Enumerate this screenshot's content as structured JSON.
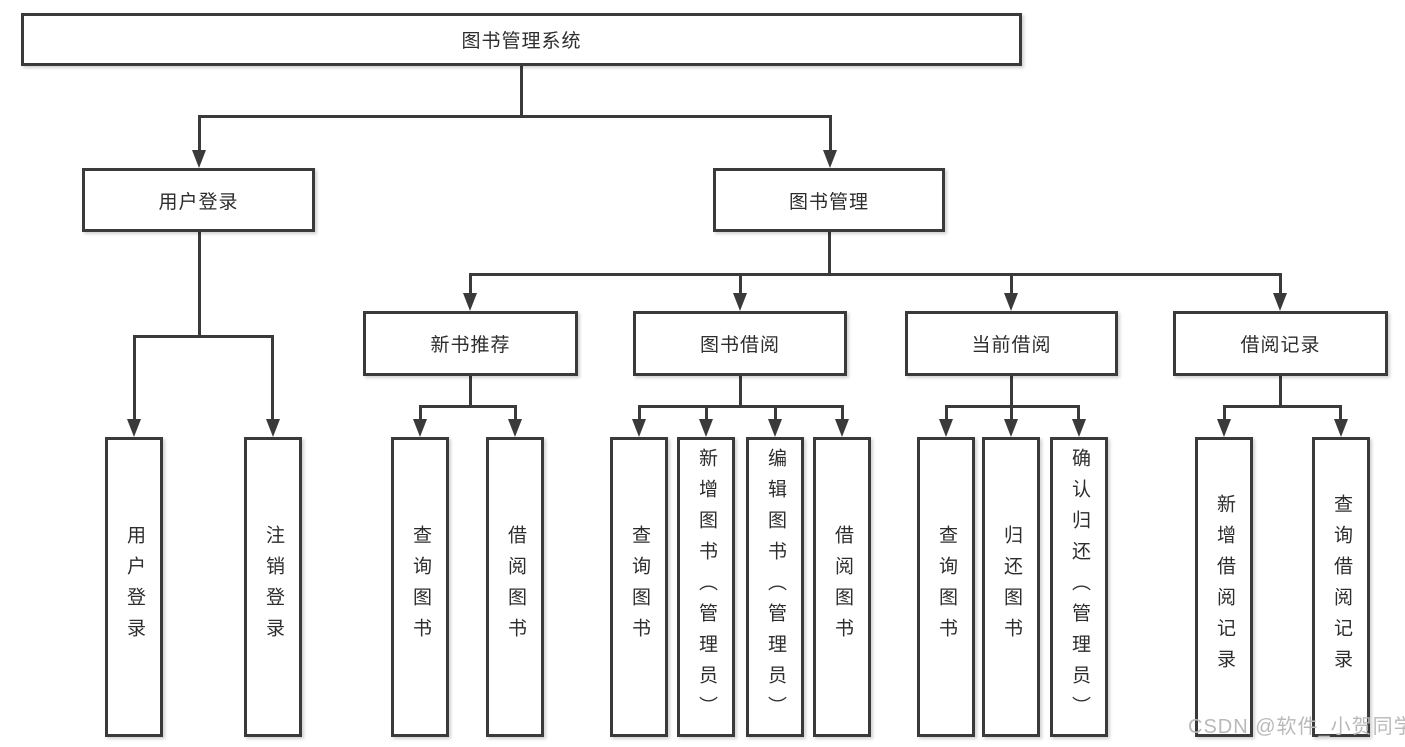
{
  "diagram_title": "图书管理系统",
  "tree": {
    "root": {
      "label": "图书管理系统",
      "children": [
        {
          "label": "用户登录",
          "children": [
            {
              "label": "用户登录"
            },
            {
              "label": "注销登录"
            }
          ]
        },
        {
          "label": "图书管理",
          "children": [
            {
              "label": "新书推荐",
              "children": [
                {
                  "label": "查询图书"
                },
                {
                  "label": "借阅图书"
                }
              ]
            },
            {
              "label": "图书借阅",
              "children": [
                {
                  "label": "查询图书"
                },
                {
                  "label": "新增图书（管理员）"
                },
                {
                  "label": "编辑图书（管理员）"
                },
                {
                  "label": "借阅图书"
                }
              ]
            },
            {
              "label": "当前借阅",
              "children": [
                {
                  "label": "查询图书"
                },
                {
                  "label": "归还图书"
                },
                {
                  "label": "确认归还（管理员）"
                }
              ]
            },
            {
              "label": "借阅记录",
              "children": [
                {
                  "label": "新增借阅记录"
                },
                {
                  "label": "查询借阅记录"
                }
              ]
            }
          ]
        }
      ]
    }
  },
  "watermark": "CSDN @软件_小贺同学",
  "colors": {
    "line": "#3a3a3a",
    "text": "#2d2d2d",
    "background": "#ffffff",
    "watermark": "#b9b9b9"
  }
}
